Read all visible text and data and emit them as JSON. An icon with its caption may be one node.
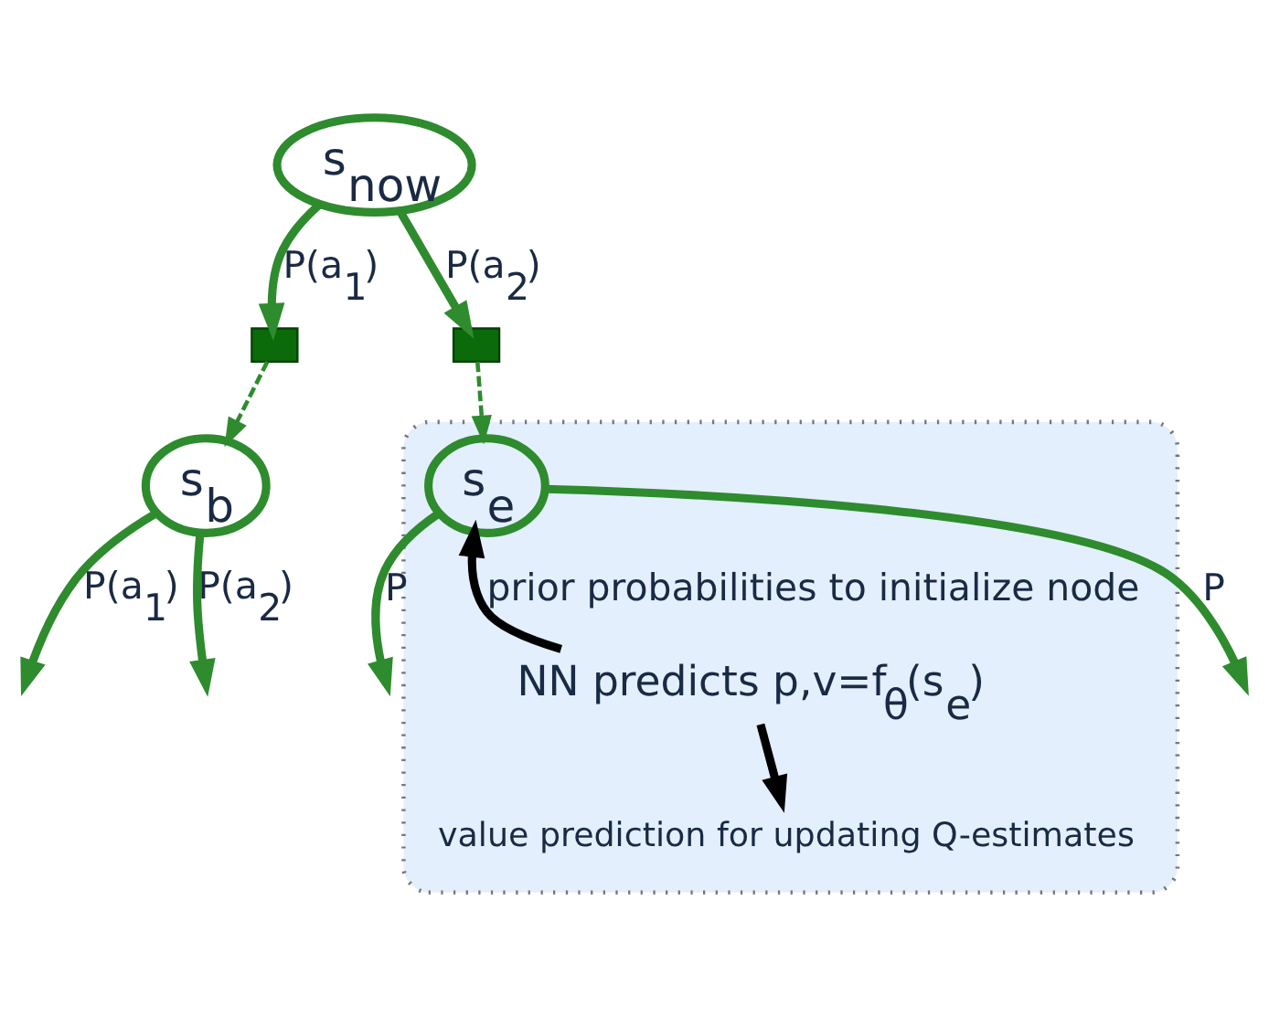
{
  "diagram": {
    "nodes": [
      {
        "text": [
          "s$_{now}$"
        ]
      },
      {
        "text": [],
        "shape": "box"
      },
      {
        "text": [],
        "shape": "box"
      },
      {
        "text": [
          "s$_{b}$"
        ]
      },
      {
        "text": [],
        "shape": "ellipse"
      },
      {
        "text": [
          "s$_{e}$"
        ],
        "in": 4
      },
      {
        "text": [
          "NN predicts p,v=f$_{θ}$(s$_{e}$)"
        ],
        "in": 4
      },
      {
        "text": [
          "value prediction for updating Q-estimates"
        ],
        "in": 4
      }
    ],
    "edges": [
      {
        "from": 0,
        "to": 1,
        "arrow": "to",
        "label": "P(a$_{1}$)"
      },
      {
        "from": 0,
        "to": 2,
        "arrow": "to",
        "label": "P(a$_{2}$)"
      },
      {
        "from": 1,
        "to": 3,
        "arrow": "to",
        "style": "dashed"
      },
      {
        "from": 2,
        "to": 5,
        "arrow": "to",
        "style": "dashed"
      },
      {
        "from": 3,
        "to": null,
        "arrow": "to",
        "label": "P(a$_{1}$)"
      },
      {
        "from": 3,
        "to": null,
        "arrow": "to",
        "label": "P(a$_{2}$)"
      },
      {
        "from": 5,
        "to": null,
        "arrow": "to",
        "label": "P"
      },
      {
        "from": 5,
        "to": null,
        "arrow": "to",
        "label": "P"
      },
      {
        "from": 6,
        "to": 5,
        "arrow": "to",
        "label": "prior probabilities to initialize node",
        "color": "#000000"
      },
      {
        "from": 6,
        "to": 7,
        "arrow": "to",
        "color": "#000000"
      }
    ]
  }
}
